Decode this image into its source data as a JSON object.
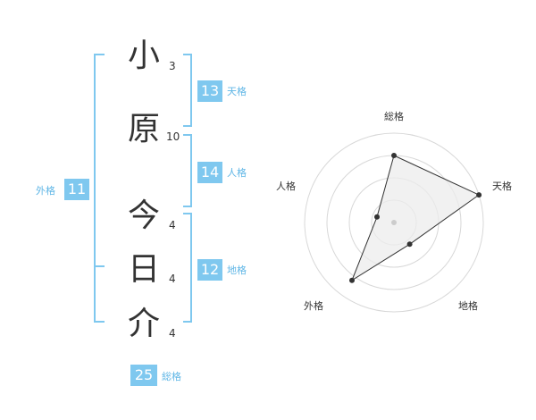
{
  "name_chars": [
    {
      "char": "小",
      "strokes": "3"
    },
    {
      "char": "原",
      "strokes": "10"
    },
    {
      "char": "今",
      "strokes": "4"
    },
    {
      "char": "日",
      "strokes": "4"
    },
    {
      "char": "介",
      "strokes": "4"
    }
  ],
  "kakusu": {
    "tenkaku": {
      "label": "天格",
      "value": "13"
    },
    "jinkaku": {
      "label": "人格",
      "value": "14"
    },
    "chikaku": {
      "label": "地格",
      "value": "12"
    },
    "gaikaku": {
      "label": "外格",
      "value": "11"
    },
    "soukaku": {
      "label": "総格",
      "value": "25"
    }
  },
  "colors": {
    "accent": "#7fc8ef",
    "accent_text": "#5fb6e6",
    "text": "#333333"
  },
  "chart_data": {
    "type": "radar",
    "axes": [
      "総格",
      "天格",
      "地格",
      "外格",
      "人格"
    ],
    "values": [
      0.75,
      1.0,
      0.3,
      0.8,
      0.2
    ],
    "rings": 4,
    "range": [
      0,
      1
    ]
  }
}
